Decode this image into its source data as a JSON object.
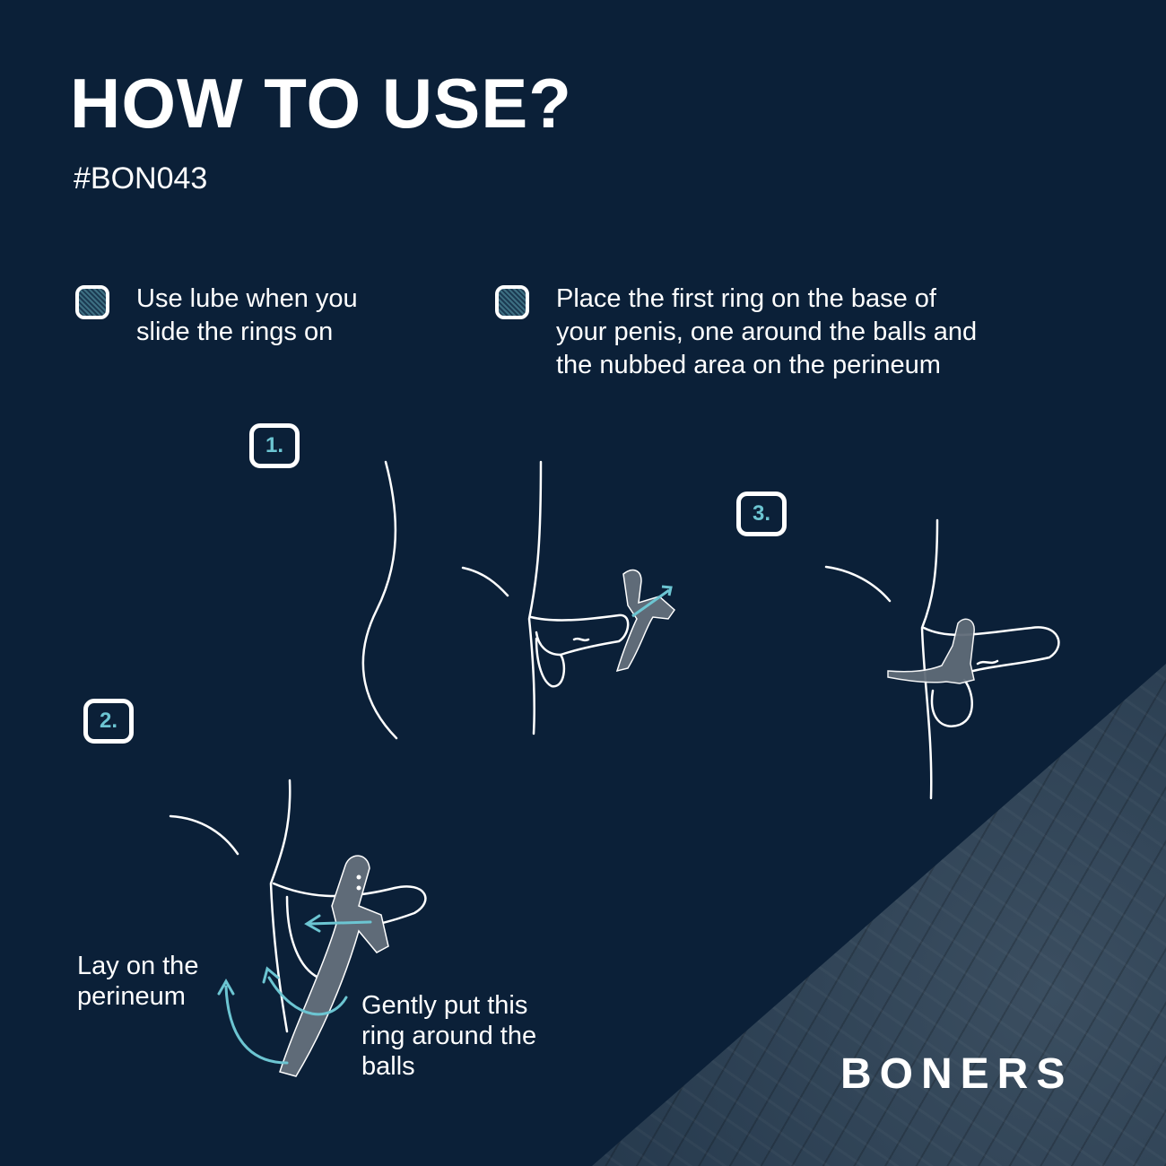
{
  "header": {
    "title": "HOW TO USE?",
    "sku": "#BON043"
  },
  "bullets": [
    {
      "text_lines": [
        "Use lube when you",
        "slide the rings on"
      ]
    },
    {
      "text_lines": [
        "Place the first ring on the base of",
        "your penis, one around the balls and",
        "the nubbed area on the perineum"
      ]
    }
  ],
  "steps": [
    {
      "label": "1."
    },
    {
      "label": "2."
    },
    {
      "label": "3."
    }
  ],
  "captions": {
    "perineum": [
      "Lay on the",
      "perineum"
    ],
    "balls": [
      "Gently put this",
      "ring around the",
      "balls"
    ]
  },
  "brand": {
    "name": "BONERS"
  },
  "colors": {
    "background": "#0b2038",
    "accent": "#6cc5d2",
    "product": "#5f6b78",
    "text": "#ffffff"
  }
}
